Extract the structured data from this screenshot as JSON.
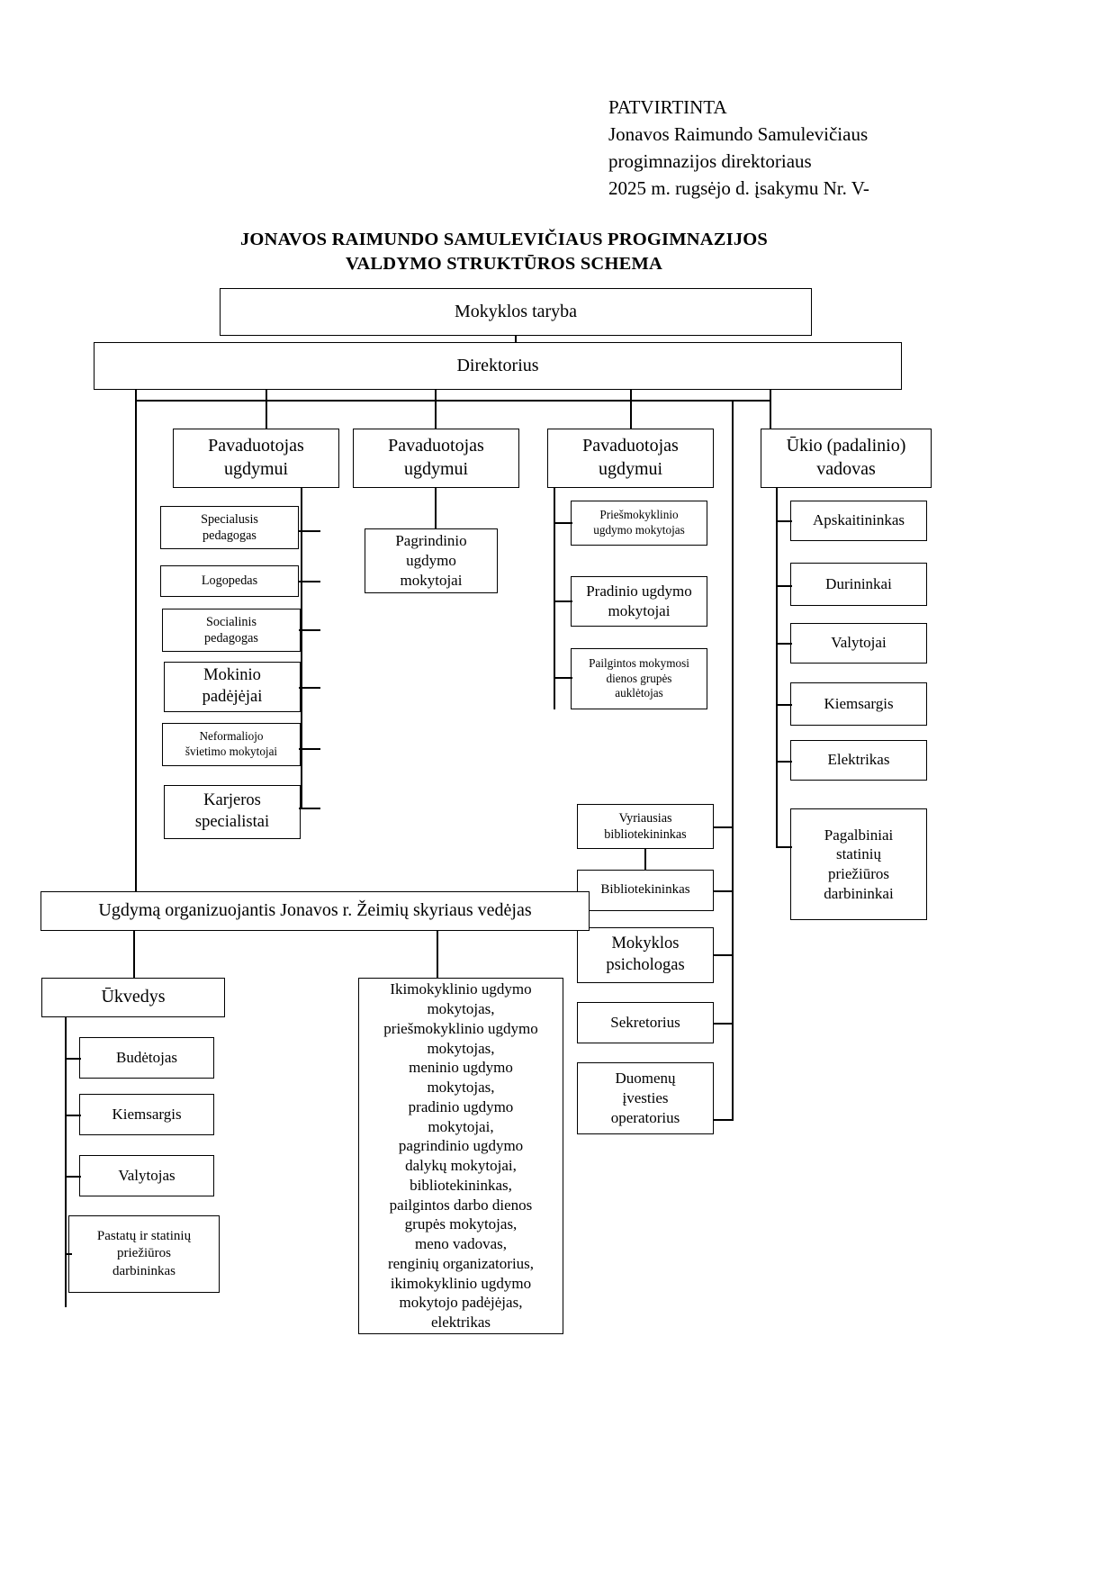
{
  "header": {
    "lines": [
      "PATVIRTINTA",
      "Jonavos Raimundo Samulevičiaus",
      "progimnazijos direktoriaus",
      "2025 m. rugsėjo  d. įsakymu Nr. V-"
    ]
  },
  "title": {
    "line1": "JONAVOS RAIMUNDO SAMULEVIČIAUS PROGIMNAZIJOS",
    "line2": "VALDYMO STRUKTŪROS SCHEMA"
  },
  "chart": {
    "council": "Mokyklos taryba",
    "director": "Direktorius",
    "deputy1": "Pavaduotojas\nugdymui",
    "deputy2": "Pavaduotojas\nugdymui",
    "deputy3": "Pavaduotojas\nugdymui",
    "facility_head": "Ūkio (padalinio)\nvadovas",
    "col1": [
      "Specialusis\npedagogas",
      "Logopedas",
      "Socialinis\npedagogas",
      "Mokinio\npadėjėjai",
      "Neformaliojo\nšvietimo mokytojai",
      "Karjeros\nspecialistai"
    ],
    "col2": [
      "Pagrindinio\nugdymo\nmokytojai"
    ],
    "col3": [
      "Priešmokyklinio\nugdymo  mokytojas",
      "Pradinio ugdymo\nmokytojai",
      "Pailgintos mokymosi\ndienos grupės\nauklėtojas"
    ],
    "col4": [
      "Apskaitininkas",
      "Durininkai",
      "Valytojai",
      "Kiemsargis",
      "Elektrikas",
      "Pagalbiniai\nstatinių\npriežiūros\ndarbininkai"
    ],
    "support": [
      "Vyriausias\nbibliotekininkas",
      "Bibliotekininkas",
      "Mokyklos\npsichologas",
      "Sekretorius",
      "Duomenų\nįvesties\noperatorius"
    ],
    "branch_head": "Ugdymą organizuojantis Jonavos r. Žeimių skyriaus vedėjas",
    "steward": "Ūkvedys",
    "steward_children": [
      "Budėtojas",
      "Kiemsargis",
      "Valytojas",
      "Pastatų ir statinių\npriežiūros\ndarbininkas"
    ],
    "branch_staff": "Ikimokyklinio ugdymo\nmokytojas,\npriešmokyklinio ugdymo\nmokytojas,\nmeninio ugdymo\nmokytojas,\npradinio ugdymo\nmokytojai,\npagrindinio ugdymo\ndalykų mokytojai,\nbibliotekininkas,\npailgintos darbo dienos\ngrupės mokytojas,\nmeno vadovas,\nrenginių organizatorius,\nikimokyklinio ugdymo\nmokytojo padėjėjas,\nelektrikas"
  }
}
